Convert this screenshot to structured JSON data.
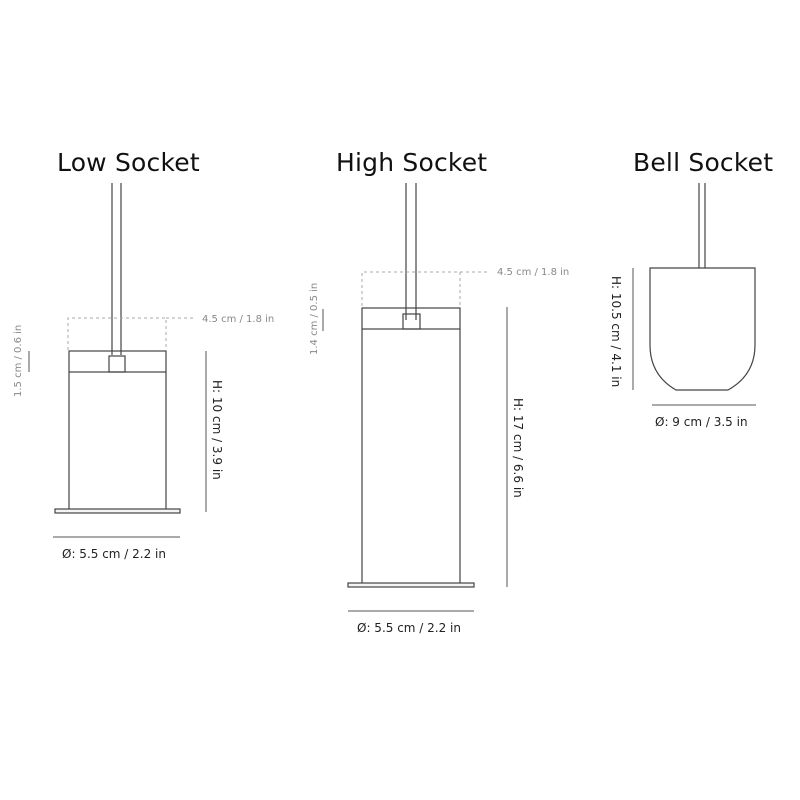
{
  "titles": {
    "low": "Low Socket",
    "high": "High Socket",
    "bell": "Bell Socket"
  },
  "low_socket": {
    "top_width": "4.5 cm / 1.8 in",
    "top_height": "1.5 cm / 0.6 in",
    "height": "H: 10 cm / 3.9 in",
    "diameter": "Ø: 5.5 cm / 2.2 in"
  },
  "high_socket": {
    "top_width": "4.5 cm  / 1.8 in",
    "top_height": "1.4 cm / 0.5 in",
    "height": "H: 17 cm / 6.6 in",
    "diameter": "Ø: 5.5 cm / 2.2 in"
  },
  "bell_socket": {
    "height": "H: 10.5 cm / 4.1 in",
    "diameter": "Ø: 9 cm / 3.5 in"
  },
  "colors": {
    "line": "#444444",
    "dim_line": "#555555",
    "dashed": "#aaaaaa",
    "dim_text": "#222222",
    "faint_text": "#888888"
  }
}
